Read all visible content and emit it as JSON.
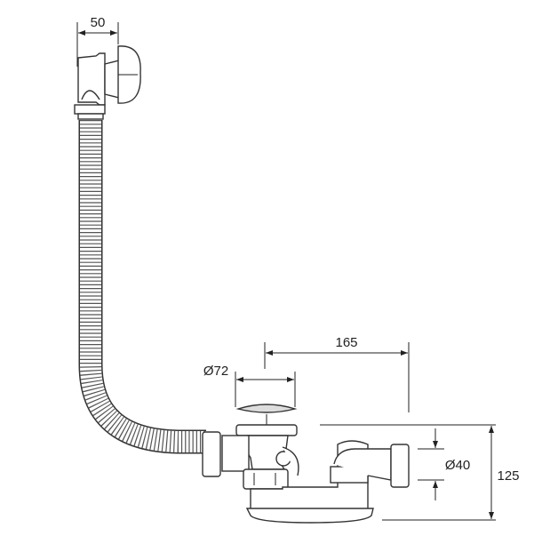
{
  "dimensions": {
    "overflow_depth": "50",
    "hose_to_drain": "165",
    "plug_diameter": "Ø72",
    "outlet_diameter": "Ø40",
    "total_height": "125"
  }
}
